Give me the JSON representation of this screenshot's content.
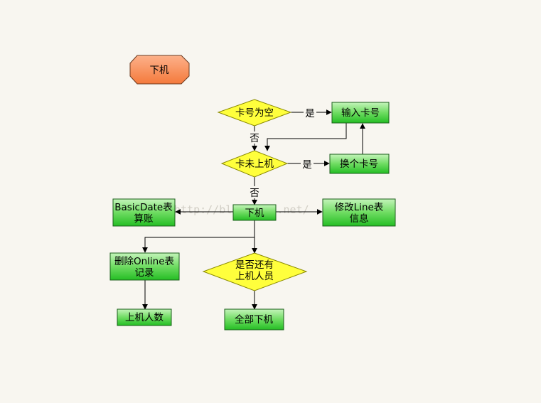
{
  "diagram": {
    "title": "下机",
    "nodes": {
      "card_empty": "卡号为空",
      "enter_card": "输入卡号",
      "card_not_online": "卡未上机",
      "change_card": "换个卡号",
      "offline": "下机",
      "basicdate_line1": "BasicDate表",
      "basicdate_line2": "算账",
      "modify_line1": "修改Line表",
      "modify_line2": "信息",
      "delete_line1": "删除Online表",
      "delete_line2": "记录",
      "still_online_line1": "是否还有",
      "still_online_line2": "上机人员",
      "online_count": "上机人数",
      "all_offline": "全部下机"
    },
    "edge_labels": {
      "yes_1": "是",
      "no_1": "否",
      "yes_2": "是",
      "no_2": "否"
    }
  },
  "colors": {
    "title_fill": "#fa8c5a",
    "decision_fill": "#ffff3c",
    "process_fill_top": "#bff2b5",
    "process_fill_bottom": "#2cc42c"
  }
}
